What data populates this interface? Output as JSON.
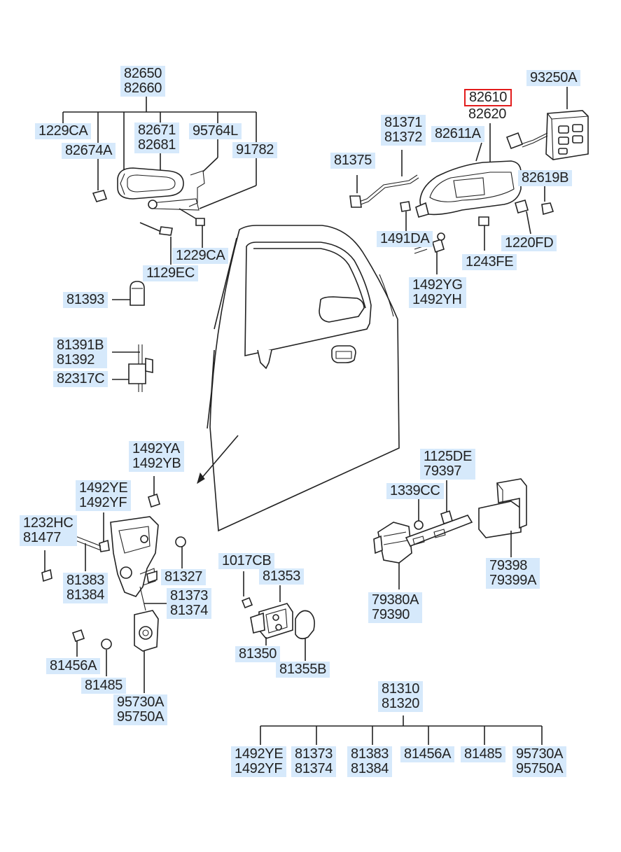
{
  "labels": {
    "l_82650": "82650\n82660",
    "l_1229ca_top": "1229CA",
    "l_82674a": "82674A",
    "l_82671": "82671\n82681",
    "l_95764l": "95764L",
    "l_91782": "91782",
    "l_1229ca_mid": "1229CA",
    "l_1129ec": "1129EC",
    "l_81393": "81393",
    "l_81391b": "81391B\n81392",
    "l_82317c": "82317C",
    "l_82610": "82610",
    "l_82620": "82620",
    "l_93250a": "93250A",
    "l_81371": "81371\n81372",
    "l_82611a": "82611A",
    "l_81375": "81375",
    "l_82619b": "82619B",
    "l_1491da": "1491DA",
    "l_1220fd": "1220FD",
    "l_1243fe": "1243FE",
    "l_1492yg": "1492YG\n1492YH",
    "l_1492ya": "1492YA\n1492YB",
    "l_1492ye": "1492YE\n1492YF",
    "l_1232hc": "1232HC\n81477",
    "l_81383": "81383\n81384",
    "l_81327": "81327",
    "l_81373": "81373\n81374",
    "l_81456a": "81456A",
    "l_81485": "81485",
    "l_95730a": "95730A\n95750A",
    "l_1017cb": "1017CB",
    "l_81353": "81353",
    "l_81350": "81350",
    "l_81355b": "81355B",
    "l_1125de": "1125DE\n79397",
    "l_1339cc": "1339CC",
    "l_79398": "79398\n79399A",
    "l_79380a": "79380A\n79390",
    "l_81310": "81310\n81320",
    "b_1492ye": "1492YE\n1492YF",
    "b_81373": "81373\n81374",
    "b_81383": "81383\n81384",
    "b_81456a": "81456A",
    "b_81485": "81485",
    "b_95730a": "95730A\n95750A"
  },
  "highlight": {
    "part": "82610",
    "color": "#e21c1c"
  },
  "label_background": "#d6e9fb"
}
